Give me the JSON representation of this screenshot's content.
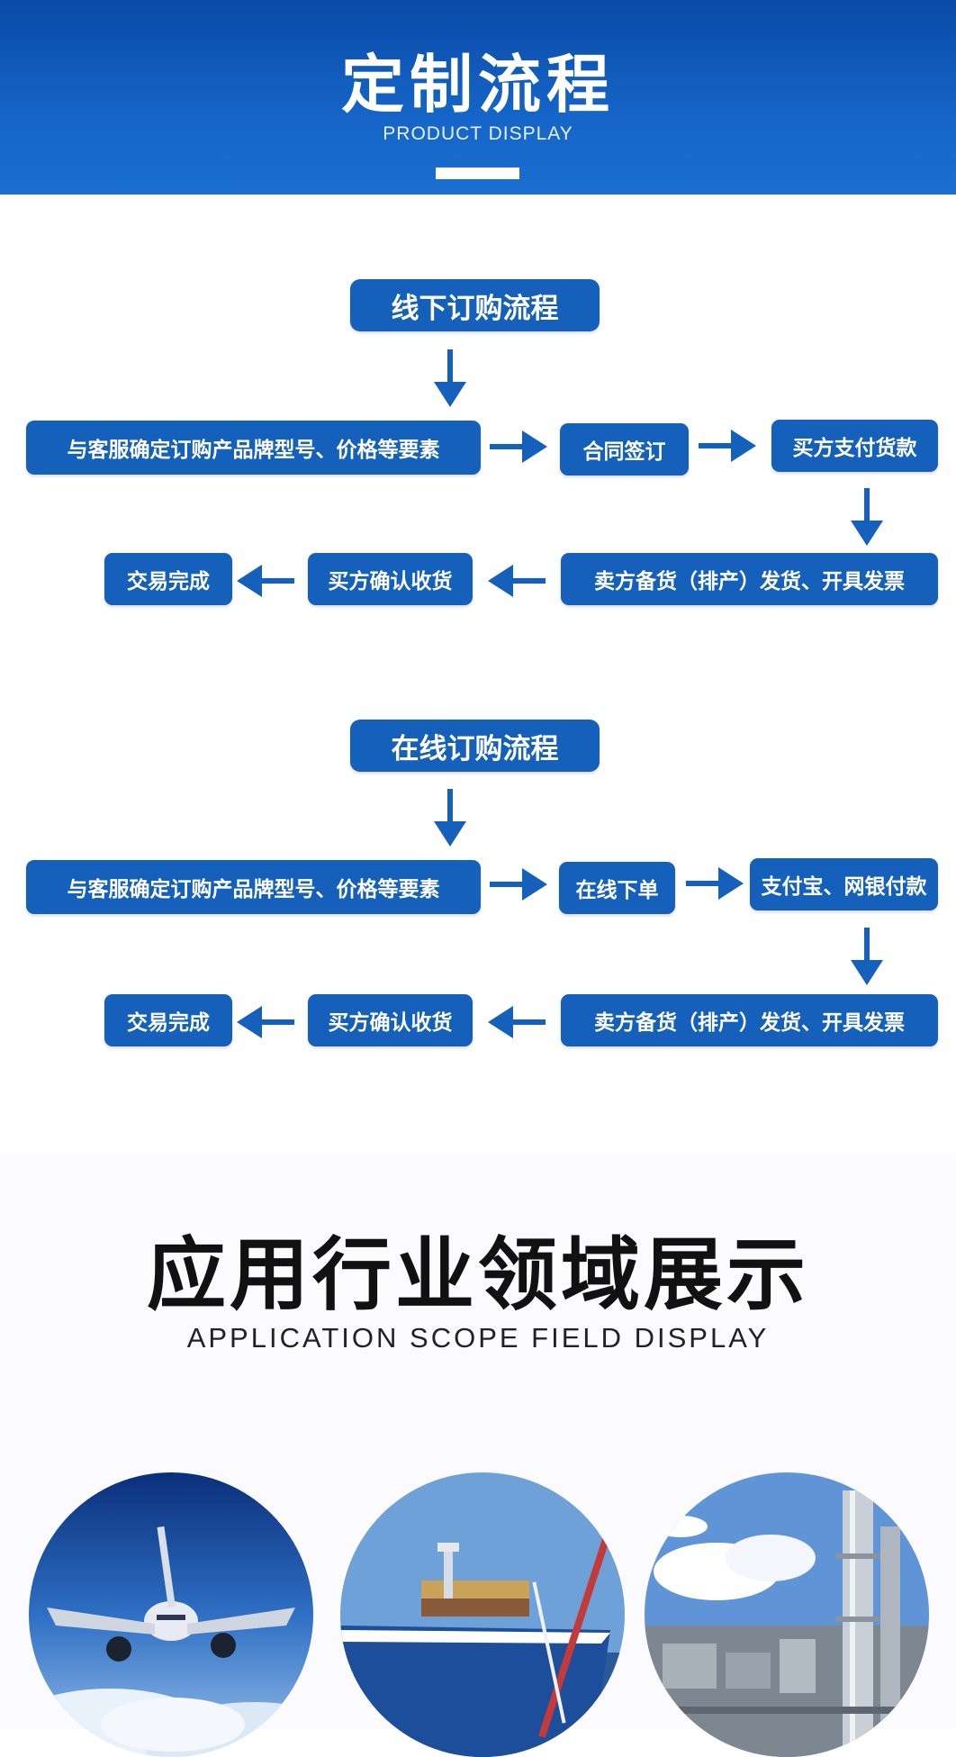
{
  "header": {
    "title": "定制流程",
    "subtitle": "PRODUCT DISPLAY"
  },
  "offline_flow": {
    "title": "线下订购流程",
    "step1": "与客服确定订购产品牌型号、价格等要素",
    "step2": "合同签订",
    "step3": "买方支付货款",
    "step4": "卖方备货（排产）发货、开具发票",
    "step5": "买方确认收货",
    "step6": "交易完成"
  },
  "online_flow": {
    "title": "在线订购流程",
    "step1": "与客服确定订购产品牌型号、价格等要素",
    "step2": "在线下单",
    "step3": "支付宝、网银付款",
    "step4": "卖方备货（排产）发货、开具发票",
    "step5": "买方确认收货",
    "step6": "交易完成"
  },
  "application": {
    "title": "应用行业领域展示",
    "subtitle": "APPLICATION SCOPE FIELD DISPLAY",
    "images": [
      "airplane",
      "cargo-ship",
      "industrial-plant"
    ]
  },
  "colors": {
    "primary": "#1560ba",
    "header_top": "#0a4aa6",
    "header_bottom": "#1a6fd0"
  }
}
